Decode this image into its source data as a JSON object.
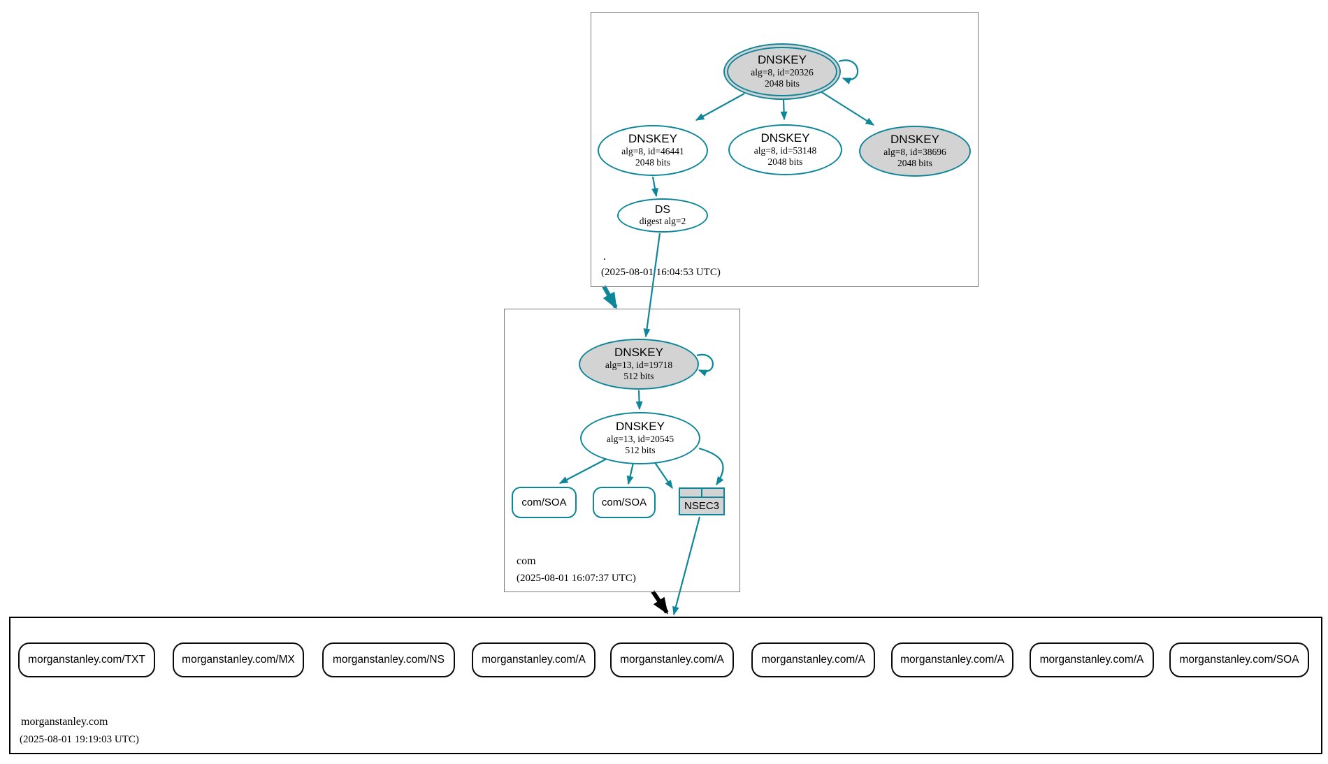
{
  "colors": {
    "secure_teal": "#0e869a",
    "insecure_black": "#000000",
    "key_fill": "#d3d3d3",
    "ancestor_box_border": "#7a7a7a"
  },
  "zones": {
    "root": {
      "name": ".",
      "timestamp": "(2025-08-01 16:04:53 UTC)",
      "nodes": {
        "ksk": {
          "type": "DNSKEY",
          "detail1": "alg=8, id=20326",
          "detail2": "2048 bits"
        },
        "zsk_46441": {
          "type": "DNSKEY",
          "detail1": "alg=8, id=46441",
          "detail2": "2048 bits"
        },
        "zsk_53148": {
          "type": "DNSKEY",
          "detail1": "alg=8, id=53148",
          "detail2": "2048 bits"
        },
        "zsk_38696": {
          "type": "DNSKEY",
          "detail1": "alg=8, id=38696",
          "detail2": "2048 bits"
        },
        "ds": {
          "type": "DS",
          "detail1": "digest alg=2"
        }
      }
    },
    "com": {
      "name": "com",
      "timestamp": "(2025-08-01 16:07:37 UTC)",
      "nodes": {
        "ksk_19718": {
          "type": "DNSKEY",
          "detail1": "alg=13, id=19718",
          "detail2": "512 bits"
        },
        "zsk_20545": {
          "type": "DNSKEY",
          "detail1": "alg=13, id=20545",
          "detail2": "512 bits"
        },
        "soa_1": {
          "label": "com/SOA"
        },
        "soa_2": {
          "label": "com/SOA"
        },
        "nsec3": {
          "label": "NSEC3"
        }
      }
    },
    "morganstanley": {
      "name": "morganstanley.com",
      "timestamp": "(2025-08-01 19:19:03 UTC)",
      "records": [
        {
          "label": "morganstanley.com/TXT"
        },
        {
          "label": "morganstanley.com/MX"
        },
        {
          "label": "morganstanley.com/NS"
        },
        {
          "label": "morganstanley.com/A"
        },
        {
          "label": "morganstanley.com/A"
        },
        {
          "label": "morganstanley.com/A"
        },
        {
          "label": "morganstanley.com/A"
        },
        {
          "label": "morganstanley.com/A"
        },
        {
          "label": "morganstanley.com/SOA"
        }
      ]
    }
  }
}
